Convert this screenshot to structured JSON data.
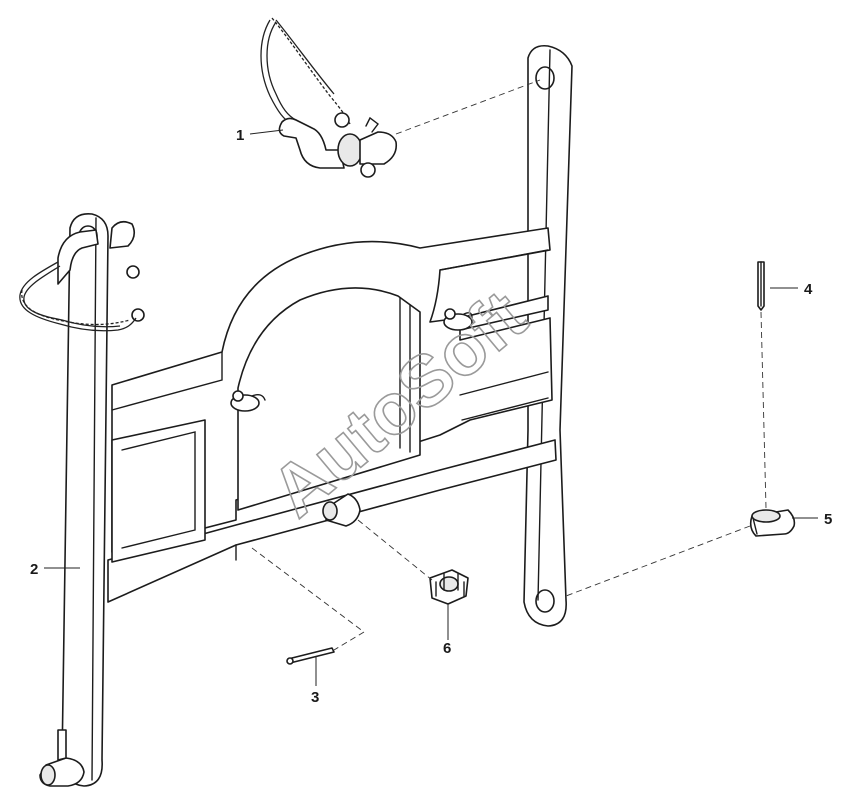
{
  "watermark": "AutoSoft",
  "parts": [
    {
      "number": "1",
      "name": "pin with chain"
    },
    {
      "number": "2",
      "name": "side frame bar"
    },
    {
      "number": "3",
      "name": "cotter pin"
    },
    {
      "number": "4",
      "name": "cotter pin"
    },
    {
      "number": "5",
      "name": "bushing"
    },
    {
      "number": "6",
      "name": "castle nut"
    }
  ]
}
